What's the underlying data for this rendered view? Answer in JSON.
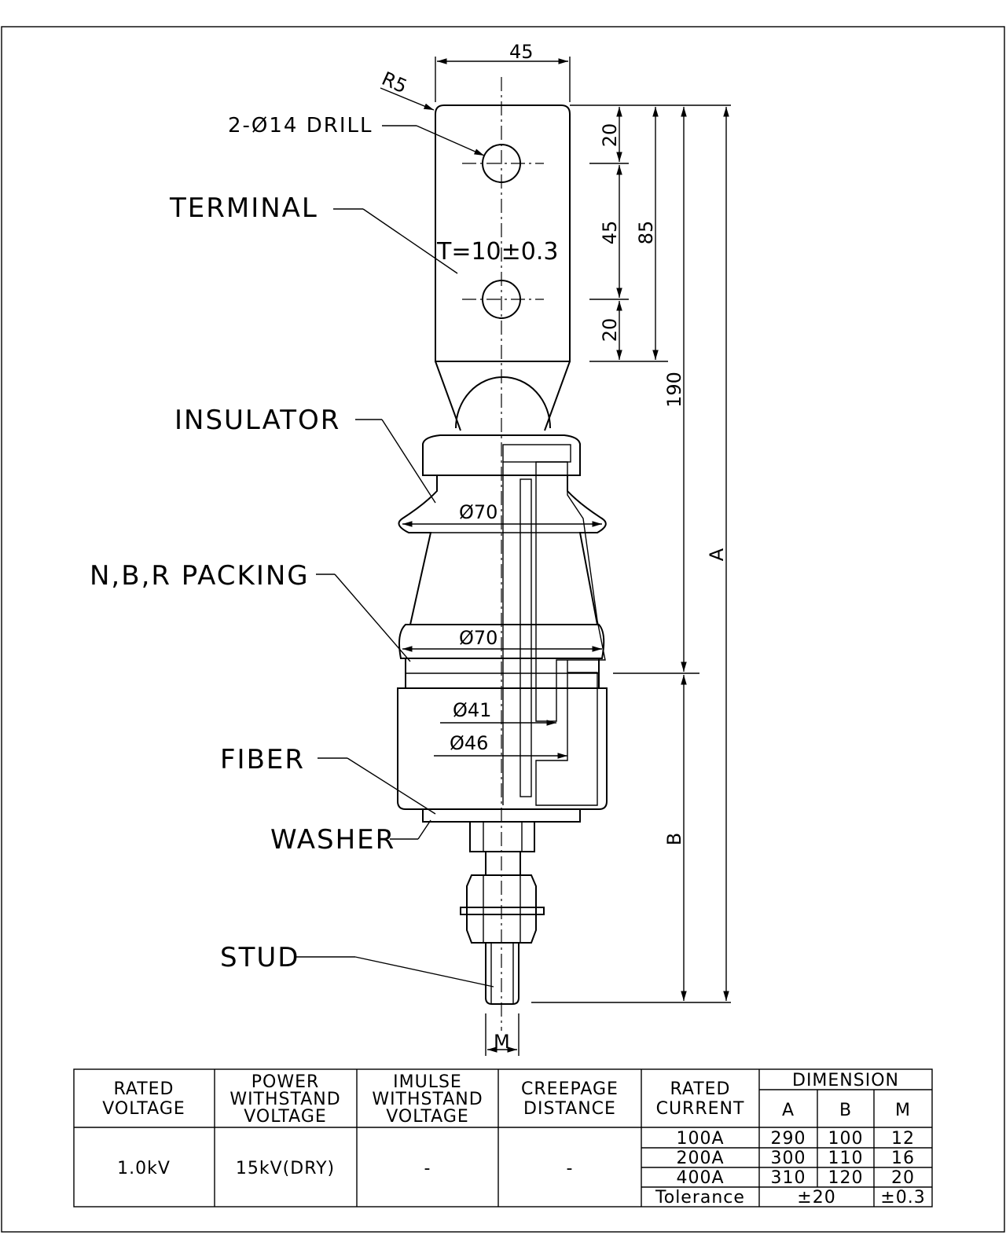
{
  "labels": {
    "drill": "2-Ø14 DRILL",
    "terminal": "TERMINAL",
    "insulator": "INSULATOR",
    "packing": "N,B,R PACKING",
    "fiber": "FIBER",
    "washer": "WASHER",
    "stud": "STUD"
  },
  "dimensions": {
    "width_top": "45",
    "radius": "R5",
    "thickness": "T=10±0.3",
    "d20_top": "20",
    "d45": "45",
    "d20_bottom": "20",
    "d85": "85",
    "d190": "190",
    "dA": "A",
    "dB": "B",
    "dM": "M",
    "phi70_top": "Ø70",
    "phi70_bottom": "Ø70",
    "phi41": "Ø41",
    "phi46": "Ø46"
  },
  "table": {
    "headers": {
      "rated_voltage": [
        "RATED",
        "VOLTAGE"
      ],
      "power_withstand": [
        "POWER",
        "WITHSTAND",
        "VOLTAGE"
      ],
      "impulse_withstand": [
        "IMULSE",
        "WITHSTAND",
        "VOLTAGE"
      ],
      "creepage": [
        "CREEPAGE",
        "DISTANCE"
      ],
      "rated_current": [
        "RATED",
        "CURRENT"
      ],
      "dimension": "DIMENSION",
      "dim_cols": [
        "A",
        "B",
        "M"
      ]
    },
    "values": {
      "rated_voltage": "1.0kV",
      "power_withstand": "15kV(DRY)",
      "impulse_withstand": "-",
      "creepage": "-"
    },
    "rows": [
      {
        "current": "100A",
        "A": "290",
        "B": "100",
        "M": "12"
      },
      {
        "current": "200A",
        "A": "300",
        "B": "110",
        "M": "16"
      },
      {
        "current": "400A",
        "A": "310",
        "B": "120",
        "M": "20"
      }
    ],
    "tolerance": {
      "label": "Tolerance",
      "AB": "±20",
      "M": "±0.3"
    }
  }
}
